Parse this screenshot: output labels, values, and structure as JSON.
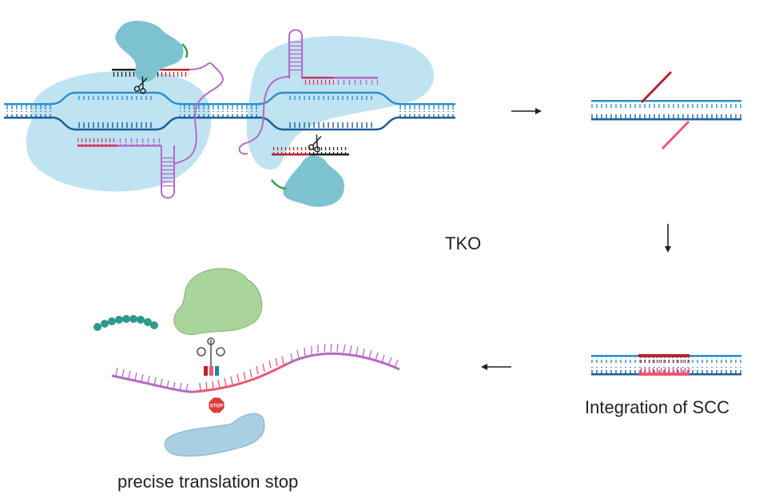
{
  "labels": {
    "process": "TKO",
    "integration": "Integration of SCC",
    "result": "precise translation stop",
    "stop_sign": "STOP"
  },
  "colors": {
    "dna_top": "#2b8fcf",
    "dna_bottom": "#1b5e9a",
    "rna_loop": "#b66ac6",
    "edit_dark": "#b4232f",
    "edit_light": "#ef5572",
    "cas_blob": "#bfe3f1",
    "cas_head": "#7cc3cf",
    "ribosome": "#a9d49b",
    "peptide": "#2f9a8c",
    "exit_protein": "#a8cfe4",
    "arrow": "#231f20",
    "stop_red": "#e03a3a"
  },
  "icons": {
    "arrow_1": "arrow-right-icon",
    "arrow_2": "arrow-down-icon",
    "arrow_3": "arrow-left-icon",
    "scissors": "scissors-icon",
    "stop": "stop-sign-icon"
  }
}
